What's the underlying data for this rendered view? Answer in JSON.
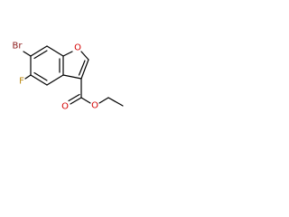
{
  "molecule": {
    "atoms": {
      "br": {
        "symbol": "Br",
        "color": "#8b1a1a"
      },
      "f": {
        "symbol": "F",
        "color": "#b8860b"
      },
      "o_ring": {
        "symbol": "O",
        "color": "#d40000"
      },
      "o_carbonyl": {
        "symbol": "O",
        "color": "#d40000"
      },
      "o_ester": {
        "symbol": "O",
        "color": "#d40000"
      }
    },
    "bond_color": "#000000"
  }
}
